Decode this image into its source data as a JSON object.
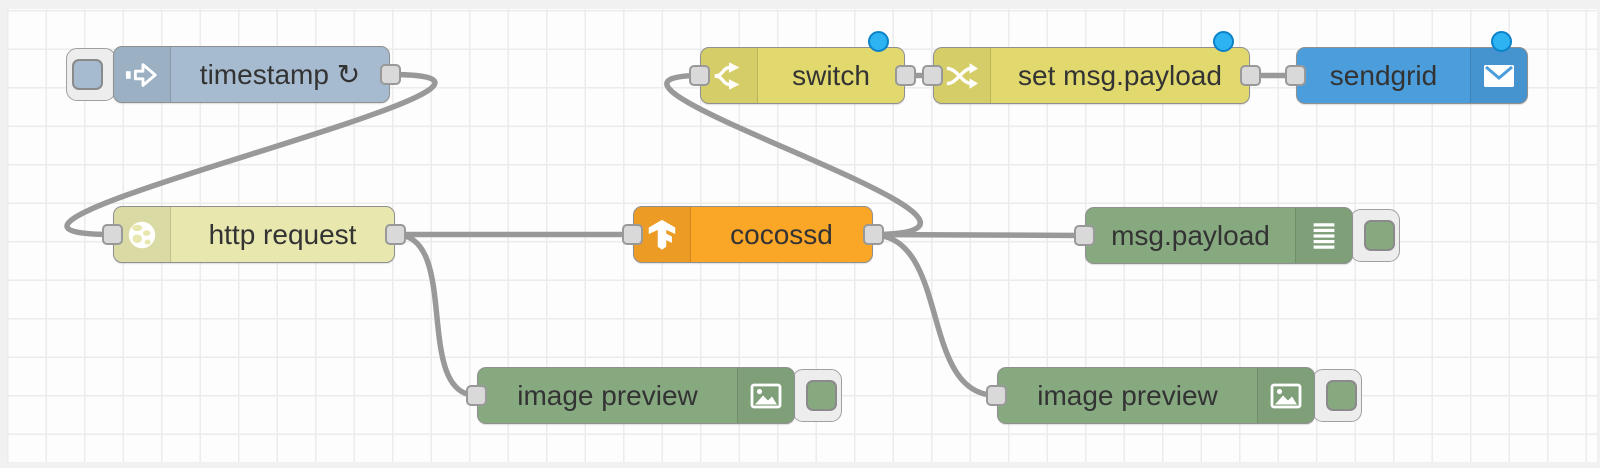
{
  "canvas": {
    "background": "#fdfdfd",
    "grid_color": "#ececec",
    "wire_color": "#999999",
    "port_color": "#d9d9d9",
    "changed_dot_color": "#2db2f2"
  },
  "nodes": [
    {
      "label": "timestamp ↻",
      "type": "inject",
      "color": "#a6bbcf",
      "icon": "inject-arrow-icon",
      "changed": false,
      "has_button": true
    },
    {
      "label": "switch",
      "type": "switch",
      "color": "#e2d96e",
      "icon": "switch-fork-icon",
      "changed": true,
      "has_button": false
    },
    {
      "label": "set msg.payload",
      "type": "change",
      "color": "#e2d96e",
      "icon": "shuffle-icon",
      "changed": true,
      "has_button": false
    },
    {
      "label": "sendgrid",
      "type": "sendgrid",
      "color": "#4b9ddb",
      "icon": "envelope-icon",
      "changed": true,
      "has_button": false
    },
    {
      "label": "http request",
      "type": "http request",
      "color": "#e7e7ae",
      "icon": "globe-icon",
      "changed": false,
      "has_button": false
    },
    {
      "label": "cocossd",
      "type": "tensorflow coco-ssd",
      "color": "#faa627",
      "icon": "tensorflow-icon",
      "changed": false,
      "has_button": false
    },
    {
      "label": "msg.payload",
      "type": "debug",
      "color": "#87a980",
      "icon": "debug-lines-icon",
      "changed": false,
      "has_button": true
    },
    {
      "label": "image preview",
      "type": "image preview",
      "color": "#87a980",
      "icon": "image-icon",
      "changed": false,
      "has_button": true
    },
    {
      "label": "image preview",
      "type": "image preview",
      "color": "#87a980",
      "icon": "image-icon",
      "changed": false,
      "has_button": true
    }
  ],
  "wires": [
    {
      "from": "timestamp",
      "to": "http request"
    },
    {
      "from": "http request",
      "to": "cocossd"
    },
    {
      "from": "http request",
      "to": "image preview (bottom-left)"
    },
    {
      "from": "cocossd",
      "to": "switch"
    },
    {
      "from": "cocossd",
      "to": "msg.payload"
    },
    {
      "from": "cocossd",
      "to": "image preview (bottom-right)"
    },
    {
      "from": "switch",
      "to": "set msg.payload"
    },
    {
      "from": "set msg.payload",
      "to": "sendgrid"
    }
  ]
}
